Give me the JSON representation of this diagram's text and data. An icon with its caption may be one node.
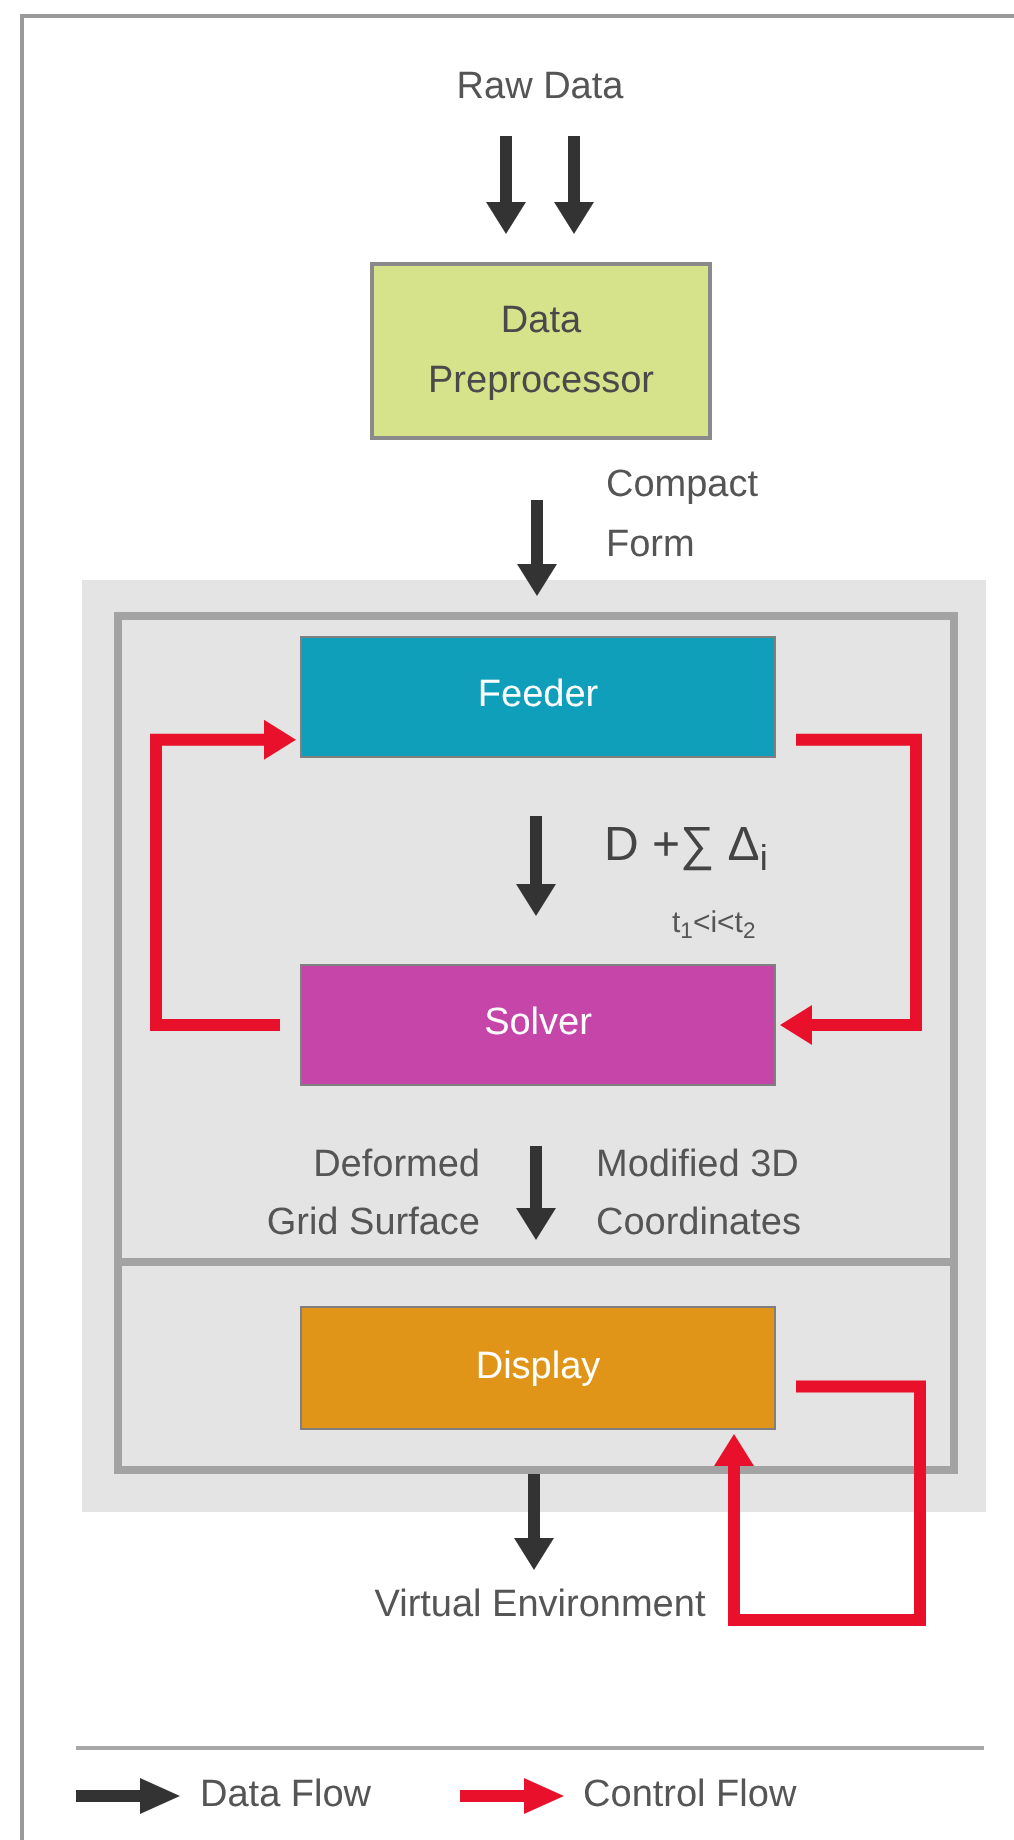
{
  "diagram": {
    "nodes": [
      {
        "text": [
          "Raw Data"
        ]
      },
      {
        "text": [
          "Data Preprocessor"
        ]
      },
      {
        "text": [],
        "shape": "box"
      },
      {
        "text": [],
        "shape": "box",
        "in": 2
      },
      {
        "text": [
          "Feeder"
        ],
        "in": 3
      },
      {
        "text": [
          "Solver"
        ],
        "in": 3
      },
      {
        "text": [],
        "shape": "box",
        "in": 2
      },
      {
        "text": [
          "Display"
        ],
        "in": 6
      },
      {
        "text": [
          "Virtual Environment"
        ]
      }
    ],
    "edges": [
      {
        "from": 0,
        "to": 1,
        "arrow": "to"
      },
      {
        "from": 0,
        "to": 1,
        "arrow": "to"
      },
      {
        "from": 1,
        "to": 2,
        "arrow": "to",
        "label": "Compact Form"
      },
      {
        "from": 5,
        "to": 4,
        "arrow": "to",
        "color": "#e8102a"
      },
      {
        "from": 4,
        "to": 5,
        "arrow": "to",
        "color": "#e8102a"
      },
      {
        "from": 4,
        "to": 5,
        "arrow": "to",
        "label": "D +∑ Δ$_{i}$"
      },
      {
        "from": 5,
        "to": 6,
        "arrow": "to",
        "label": "Deformed Grid Surface"
      },
      {
        "from": 6,
        "to": 8,
        "arrow": "to"
      },
      {
        "from": 7,
        "to": 7,
        "arrow": "to",
        "color": "#e8102a"
      }
    ],
    "labels": [
      "t$_{1}$<i<t$_{2}$",
      "Modified 3D Coordinates"
    ],
    "legend": [
      {
        "text": "Data Flow"
      },
      {
        "text": "Control Flow"
      }
    ]
  }
}
